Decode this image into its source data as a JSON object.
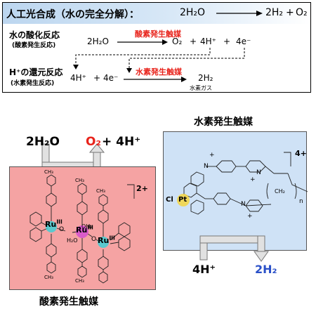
{
  "header": {
    "title": "人工光合成（水の完全分解）：",
    "overall_reactant": "2H₂O",
    "overall_product_1": "2H₂",
    "plus": "+",
    "overall_product_2": "O₂"
  },
  "oxidation": {
    "heading": "水の酸化反応",
    "subheading": "(酸素発生反応)",
    "reactant": "2H₂O",
    "catalyst_label": "酸素発生触媒",
    "product_o2": "O₂",
    "plus1": "+",
    "product_h": "4H⁺",
    "plus2": "+",
    "product_e": "4e⁻"
  },
  "reduction": {
    "heading": "H⁺の還元反応",
    "subheading": "(水素発生反応)",
    "reactant_h": "4H⁺",
    "plus": "+",
    "reactant_e": "4e⁻",
    "catalyst_label": "水素発生触媒",
    "product": "2H₂",
    "product_caption": "水素ガス"
  },
  "oxygen_panel": {
    "input_label": "2H₂O",
    "output_o2": "O₂",
    "output_rest": " + 4H⁺",
    "charge": "2+",
    "caption": "酸素発生触媒",
    "metal_label": "Ru",
    "metal_oxidation_state": "III",
    "ligand_oh2": "OH₂",
    "ligand_h2o": "H₂O",
    "bridge_o": "O",
    "methyl_group": "CH₃",
    "colors": {
      "fill": "#f5a3a3",
      "ru_cyan": "#3fd0d6",
      "ru_magenta": "#d44fd0"
    }
  },
  "hydrogen_panel": {
    "caption": "水素発生触媒",
    "charge": "4+",
    "input_label": "4H⁺",
    "output_label": "2H₂",
    "metal_label": "Pt",
    "chloride": "Cl",
    "n_label": "N",
    "plus_sign": "+",
    "repeat_n": "n",
    "methylene": "CH₂",
    "colors": {
      "fill": "#cfe2f6",
      "pt_circle": "#f2d64a",
      "h2_blue": "#2a50c8"
    }
  }
}
